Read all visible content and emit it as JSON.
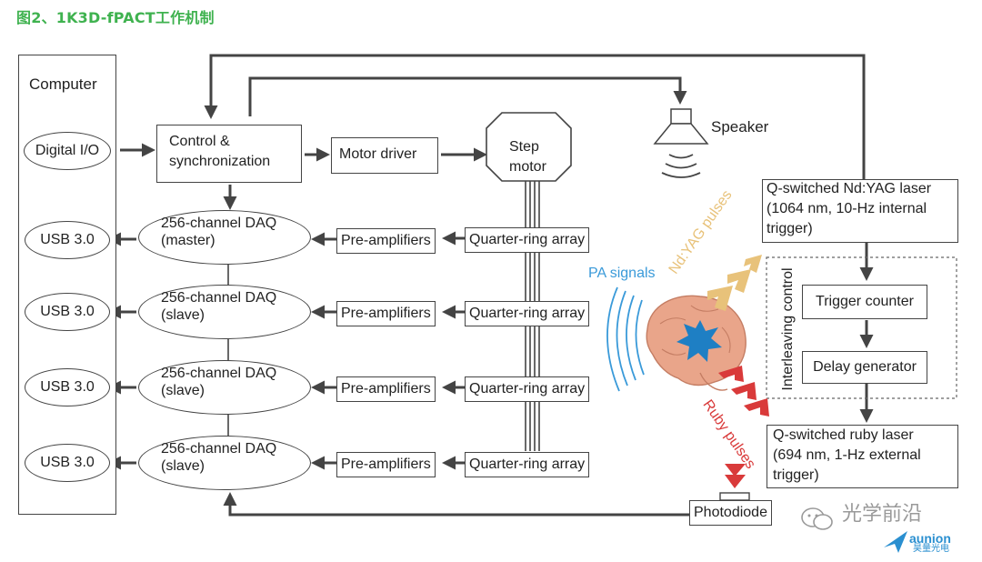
{
  "title": "图2、1K3D-fPACT工作机制",
  "computer": {
    "label": "Computer",
    "digital_io": "Digital I/O",
    "usb_ports": [
      "USB 3.0",
      "USB 3.0",
      "USB 3.0",
      "USB 3.0"
    ]
  },
  "control": {
    "line1": "Control &",
    "line2": "synchronization"
  },
  "motor_driver": "Motor driver",
  "step_motor": {
    "line1": "Step",
    "line2": "motor"
  },
  "speaker": "Speaker",
  "daq": [
    {
      "line1": "256-channel DAQ",
      "line2": "(master)"
    },
    {
      "line1": "256-channel DAQ",
      "line2": "(slave)"
    },
    {
      "line1": "256-channel DAQ",
      "line2": "(slave)"
    },
    {
      "line1": "256-channel DAQ",
      "line2": "(slave)"
    }
  ],
  "preamps": [
    "Pre-amplifiers",
    "Pre-amplifiers",
    "Pre-amplifiers",
    "Pre-amplifiers"
  ],
  "arrays": [
    "Quarter-ring array",
    "Quarter-ring array",
    "Quarter-ring array",
    "Quarter-ring array"
  ],
  "nd_yag": {
    "line1": "Q-switched Nd:YAG laser",
    "line2": "(1064 nm, 10-Hz internal",
    "line3": "trigger)"
  },
  "interleaving": "Interleaving control",
  "trigger_counter": "Trigger counter",
  "delay_generator": "Delay generator",
  "ruby": {
    "line1": "Q-switched ruby laser",
    "line2": "(694 nm, 1-Hz external",
    "line3": "trigger)"
  },
  "photodiode": "Photodiode",
  "pa_signals": "PA signals",
  "nd_yag_pulses": "Nd:YAG pulses",
  "ruby_pulses": "Ruby pulses",
  "watermark": {
    "brand": "光学前沿",
    "logo_text": "aunion",
    "logo_sub": "昊量光电"
  },
  "colors": {
    "title": "#3fb24f",
    "pa": "#3a9ad9",
    "ndyag": "#e8c27a",
    "ruby": "#d93a3a",
    "brain": "#e9a58a",
    "star": "#1e7fc4"
  }
}
